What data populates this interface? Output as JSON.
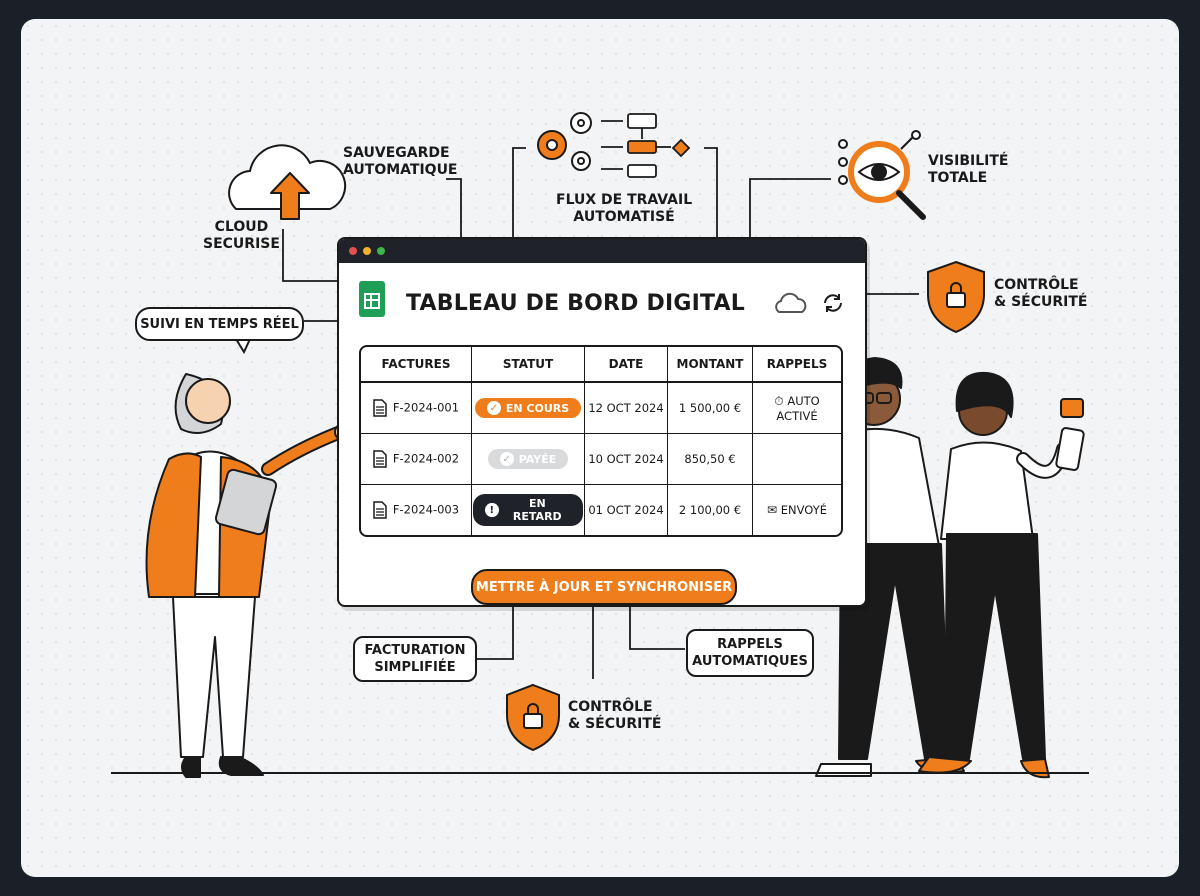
{
  "labels": {
    "backup": [
      "SAUVEGARDE",
      "AUTOMATIQUE"
    ],
    "cloud": [
      "CLOUD",
      "SECURISE"
    ],
    "workflow": [
      "FLUX DE TRAVAIL",
      "AUTOMATISÉ"
    ],
    "visibility": [
      "VISIBILITÉ",
      "TOTALE"
    ],
    "control_top": [
      "CONTRÔLE",
      "& SÉCURITÉ"
    ],
    "realtime": "SUIVI EN TEMPS RÉEL",
    "billing": [
      "FACTURATION",
      "SIMPLIFIÉE"
    ],
    "control_bottom": [
      "CONTRÔLE",
      "& SÉCURITÉ"
    ],
    "reminders": [
      "RAPPELS",
      "AUTOMATIQUES"
    ]
  },
  "window": {
    "title": "TABLEAU DE BORD DIGITAL",
    "columns": [
      "FACTURES",
      "STATUT",
      "DATE",
      "MONTANT",
      "RAPPELS"
    ],
    "rows": [
      {
        "invoice": "F-2024-001",
        "status": "EN COURS",
        "status_kind": "in-progress",
        "date": "12 OCT 2024",
        "amount": "1 500,00 €",
        "reminder": "AUTO ACTIVÉ",
        "reminder_icon": "timer-icon"
      },
      {
        "invoice": "F-2024-002",
        "status": "PAYÉE",
        "status_kind": "paid",
        "date": "10 OCT 2024",
        "amount": "850,50 €",
        "reminder": "",
        "reminder_icon": ""
      },
      {
        "invoice": "F-2024-003",
        "status": "EN RETARD",
        "status_kind": "late",
        "date": "01 OCT 2024",
        "amount": "2 100,00 €",
        "reminder": "ENVOYÉ",
        "reminder_icon": "mail-icon"
      }
    ],
    "button": "METTRE À JOUR ET SYNCHRONISER"
  },
  "colors": {
    "accent": "#f07d1b",
    "dark": "#1a1a1a",
    "paid": "#d9dadc",
    "sheets_green": "#1e9e57"
  }
}
